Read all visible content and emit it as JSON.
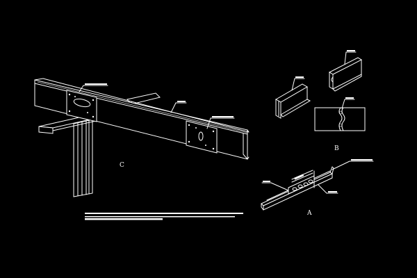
{
  "labels": {
    "view_c": "C",
    "view_b": "B",
    "view_a": "A"
  },
  "colors": {
    "background": "#000000",
    "line": "#ffffff"
  }
}
